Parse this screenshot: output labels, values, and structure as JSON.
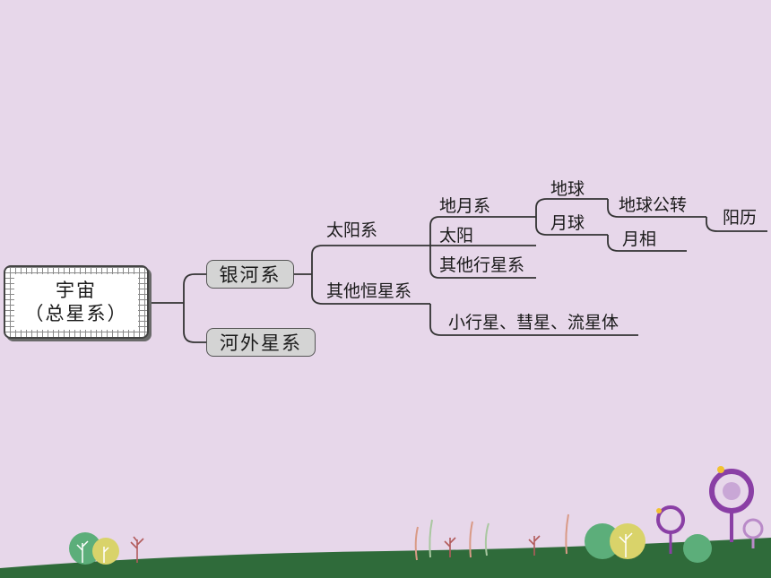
{
  "diagram": {
    "root": {
      "line1": "宇宙",
      "line2": "（总星系）"
    },
    "galaxy": "银河系",
    "extragalactic": "河外星系",
    "solar_system": "太阳系",
    "other_star_systems": "其他恒星系",
    "earth_moon_system": "地月系",
    "sun": "太阳",
    "other_planet_systems": "其他行星系",
    "earth": "地球",
    "moon": "月球",
    "earth_revolution": "地球公转",
    "moon_phase": "月相",
    "solar_calendar": "阳历",
    "small_bodies": "小行星、彗星、流星体"
  },
  "colors": {
    "background": "#e7d7ea",
    "line": "#333333",
    "box_fill": "#d4d4d4",
    "ground": "#2f6b3a",
    "accent_purple": "#8a3fa5",
    "accent_yellow": "#f2c230",
    "tree_green": "#5cae7a"
  }
}
